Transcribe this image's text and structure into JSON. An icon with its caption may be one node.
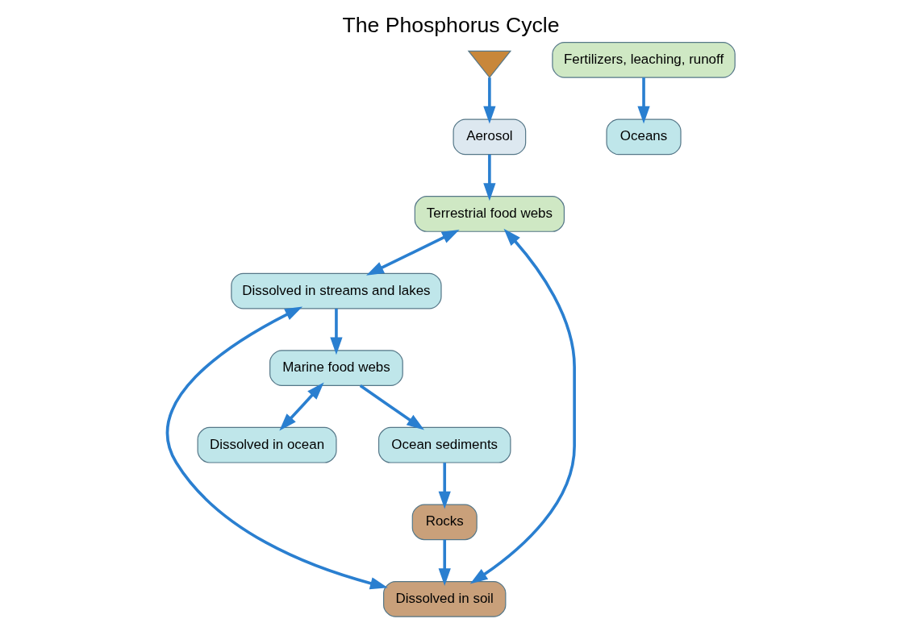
{
  "diagram": {
    "title": "The Phosphorus Cycle",
    "nodes": [
      {
        "text": [
          "Aerosol"
        ]
      },
      {
        "text": [
          "Terrestrial food webs"
        ]
      },
      {
        "text": [
          "Fertilizers, leaching, runoff"
        ]
      },
      {
        "text": [
          "Dissolved in soil"
        ]
      },
      {
        "text": [
          "Dissolved in streams and lakes"
        ]
      },
      {
        "text": [
          "Oceans"
        ]
      },
      {
        "text": [
          "Marine food webs"
        ]
      },
      {
        "text": [
          "Dissolved in ocean"
        ]
      },
      {
        "text": [
          "Rocks"
        ]
      },
      {
        "text": [
          "Ocean sediments"
        ]
      },
      {
        "text": [],
        "shape": "picture"
      }
    ],
    "edges": [
      {
        "from": 10,
        "to": 0,
        "arrow": "to"
      },
      {
        "from": 0,
        "to": 1,
        "arrow": "to"
      },
      {
        "from": 3,
        "to": 1,
        "arrow": "both"
      },
      {
        "from": 1,
        "to": 4,
        "arrow": "both"
      },
      {
        "from": 3,
        "to": 4,
        "arrow": "both"
      },
      {
        "from": 4,
        "to": 6,
        "arrow": "to"
      },
      {
        "from": 2,
        "to": 5,
        "arrow": "to"
      },
      {
        "from": 6,
        "to": 7,
        "arrow": "both"
      },
      {
        "from": 6,
        "to": 9,
        "arrow": "to"
      },
      {
        "from": 9,
        "to": 8,
        "arrow": "to"
      },
      {
        "from": 8,
        "to": 3,
        "arrow": "to"
      }
    ]
  }
}
